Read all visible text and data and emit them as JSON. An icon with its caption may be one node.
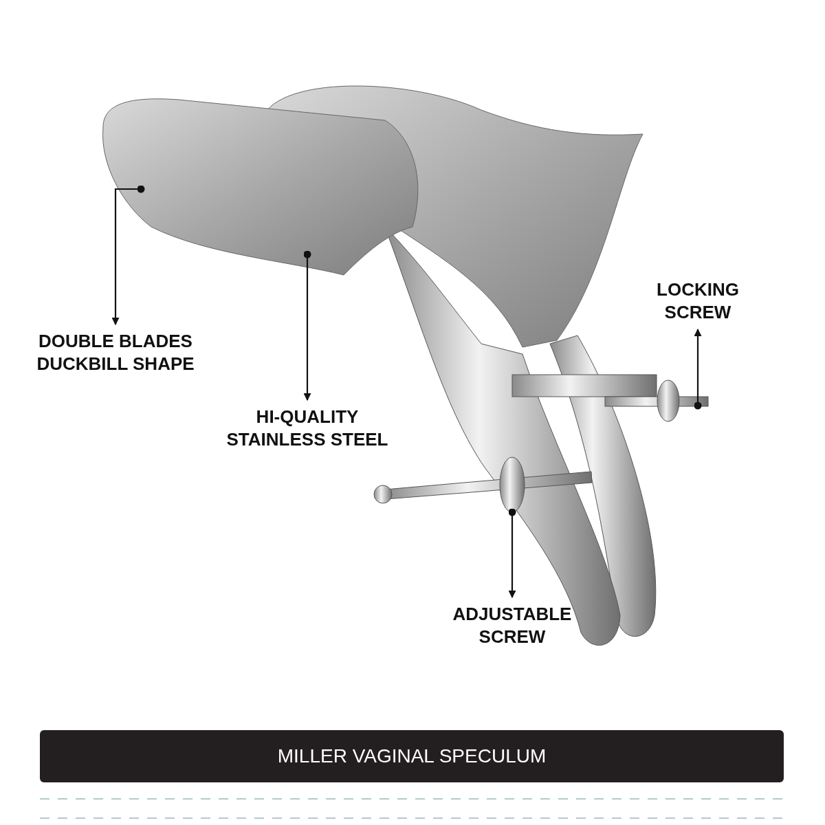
{
  "diagram": {
    "title": "MILLER VAGINAL SPECULUM",
    "nodes": [
      {
        "text": [
          "DOUBLE BLADES DUCKBILL SHAPE"
        ]
      },
      {
        "text": [
          "HI-QUALITY STAINLESS STEEL"
        ]
      },
      {
        "text": [
          "LOCKING SCREW"
        ]
      },
      {
        "text": [
          "ADJUSTABLE SCREW"
        ]
      },
      {
        "text": [],
        "shape": "picture"
      },
      {
        "text": [],
        "shape": "picture"
      },
      {
        "text": [],
        "shape": "picture"
      }
    ],
    "edges": [
      {
        "from": 4,
        "to": 0,
        "arrow": "to"
      },
      {
        "from": 4,
        "to": 1,
        "arrow": "to"
      },
      {
        "from": 5,
        "to": 2,
        "arrow": "to"
      },
      {
        "from": 6,
        "to": 3,
        "arrow": "to"
      }
    ]
  }
}
